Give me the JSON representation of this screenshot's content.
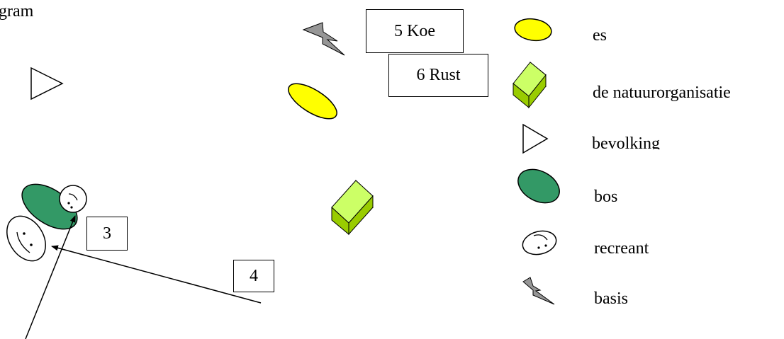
{
  "header": {
    "text": "gram"
  },
  "boxes": {
    "koe": "5 Koe",
    "rust": "6 Rust",
    "three": "3",
    "four": "4"
  },
  "legend": {
    "items": [
      {
        "label": "es",
        "icon": "yellow-ellipse-icon"
      },
      {
        "label": "de natuurorganisatie",
        "icon": "green-block-icon"
      },
      {
        "label": "bevolking",
        "icon": "triangle-icon"
      },
      {
        "label": "bos",
        "icon": "green-ellipse-icon"
      },
      {
        "label": "recreant",
        "icon": "face-icon"
      },
      {
        "label": "basis",
        "icon": "lightning-icon"
      }
    ]
  },
  "colors": {
    "es": "#ffff00",
    "block_front": "#99cc00",
    "block_top": "#ccff66",
    "block_side": "#669900",
    "bos": "#339966",
    "lightning": "#969696"
  }
}
